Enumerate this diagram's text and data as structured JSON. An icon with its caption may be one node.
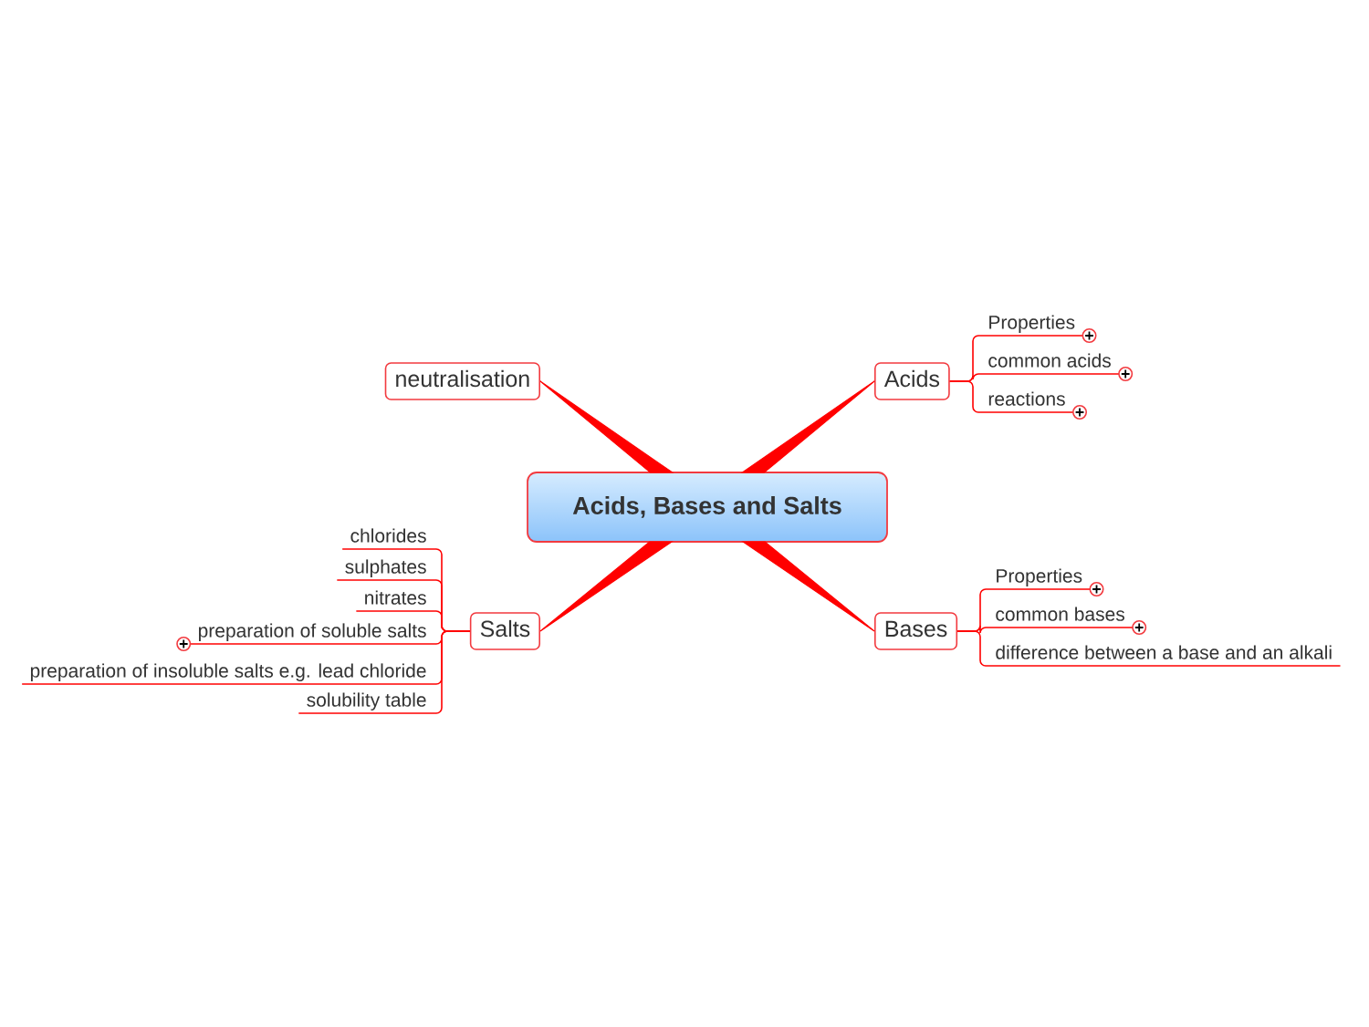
{
  "diagram": {
    "nodes": [
      {
        "text": [
          "Acids, Bases and Salts"
        ]
      },
      {
        "text": [
          "neutralisation"
        ]
      },
      {
        "text": [
          "Acids"
        ]
      },
      {
        "text": [
          "Properties"
        ]
      },
      {
        "text": [
          "common acids"
        ]
      },
      {
        "text": [
          "reactions"
        ]
      },
      {
        "text": [
          "Bases"
        ]
      },
      {
        "text": [
          "Properties"
        ]
      },
      {
        "text": [
          "common bases"
        ]
      },
      {
        "text": [
          "difference between a base and an alkali"
        ]
      },
      {
        "text": [
          "Salts"
        ]
      },
      {
        "text": [
          "chlorides"
        ]
      },
      {
        "text": [
          "sulphates"
        ]
      },
      {
        "text": [
          "nitrates"
        ]
      },
      {
        "text": [
          "preparation of soluble salts"
        ]
      },
      {
        "text": [
          "preparation of insoluble salts e.g. lead chloride"
        ]
      },
      {
        "text": [
          "solubility table"
        ]
      }
    ],
    "edges": [
      {
        "from": 0,
        "to": 1,
        "arrow": "none",
        "style": "thick"
      },
      {
        "from": 0,
        "to": 2,
        "arrow": "none",
        "style": "thick"
      },
      {
        "from": 0,
        "to": 6,
        "arrow": "none",
        "style": "thick"
      },
      {
        "from": 0,
        "to": 10,
        "arrow": "none",
        "style": "thick"
      },
      {
        "from": 2,
        "to": 3,
        "arrow": "none"
      },
      {
        "from": 2,
        "to": 4,
        "arrow": "none"
      },
      {
        "from": 2,
        "to": 5,
        "arrow": "none"
      },
      {
        "from": 6,
        "to": 7,
        "arrow": "none"
      },
      {
        "from": 6,
        "to": 8,
        "arrow": "none"
      },
      {
        "from": 6,
        "to": 9,
        "arrow": "none"
      },
      {
        "from": 10,
        "to": 11,
        "arrow": "none"
      },
      {
        "from": 10,
        "to": 12,
        "arrow": "none"
      },
      {
        "from": 10,
        "to": 13,
        "arrow": "none"
      },
      {
        "from": 10,
        "to": 14,
        "arrow": "none"
      },
      {
        "from": 10,
        "to": 15,
        "arrow": "none"
      },
      {
        "from": 10,
        "to": 16,
        "arrow": "none"
      }
    ]
  }
}
